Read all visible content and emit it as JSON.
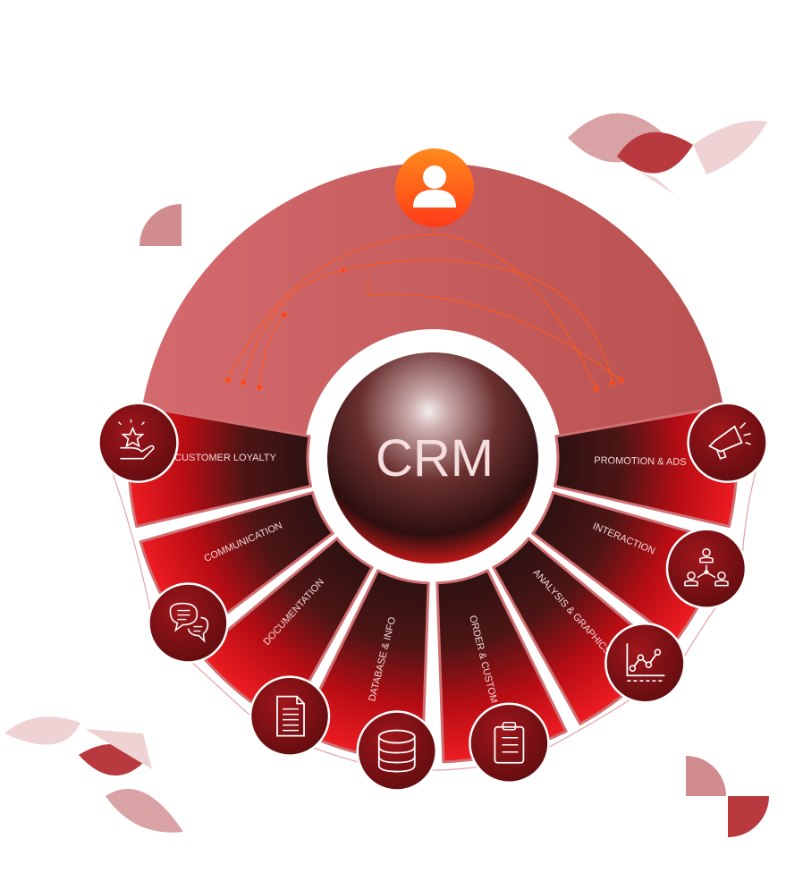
{
  "center": {
    "label": "CRM"
  },
  "top_icon": {
    "icon": "user-icon"
  },
  "colors": {
    "accent": "#e31b23",
    "ring": "#c9585b",
    "dark": "#3a1414",
    "badge": "#8a0f14",
    "orange": "#ff6a1a"
  },
  "segments": [
    {
      "id": "customer-loyalty",
      "label": "CUSTOMER LOYALTY",
      "icon": "hand-star-icon"
    },
    {
      "id": "communication",
      "label": "COMMUNICATION",
      "icon": "chat-bubbles-icon"
    },
    {
      "id": "documentation",
      "label": "DOCUMENTATION",
      "icon": "document-icon"
    },
    {
      "id": "database-info",
      "label": "DATABASE & INFO",
      "icon": "database-icon"
    },
    {
      "id": "order-custom",
      "label": "ORDER & CUSTOM",
      "icon": "clipboard-icon"
    },
    {
      "id": "analysis-graphics",
      "label": "ANALYSIS & GRAPHICS",
      "icon": "line-chart-icon"
    },
    {
      "id": "interaction",
      "label": "INTERACTION",
      "icon": "network-people-icon"
    },
    {
      "id": "promotion-ads",
      "label": "PROMOTION & ADS",
      "icon": "megaphone-icon"
    }
  ]
}
